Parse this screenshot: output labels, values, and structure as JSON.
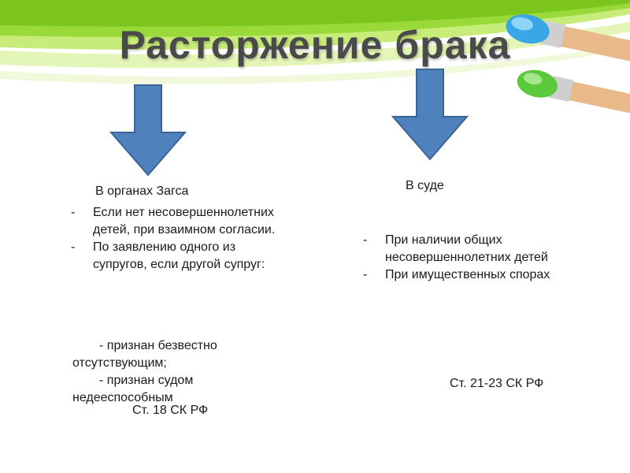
{
  "slide": {
    "title": "Расторжение брака",
    "colors": {
      "accent_green": "#8cd21f",
      "arrow_blue": "#4f81bd",
      "title_gray": "#4a4a4a"
    },
    "left": {
      "heading": "В органах Загса",
      "items": [
        "Если нет несовершеннолетних детей, при взаимном согласии.",
        "По заявлению одного из супругов, если другой супруг:"
      ],
      "subitems": [
        "- признан безвестно отсутствующим;",
        "- признан судом недееспособным"
      ],
      "reference": "Ст. 18 СК РФ"
    },
    "right": {
      "heading": "В суде",
      "items": [
        "При наличии общих несовершеннолетних детей",
        "При имущественных спорах"
      ],
      "reference": "Ст. 21-23 СК РФ"
    }
  }
}
